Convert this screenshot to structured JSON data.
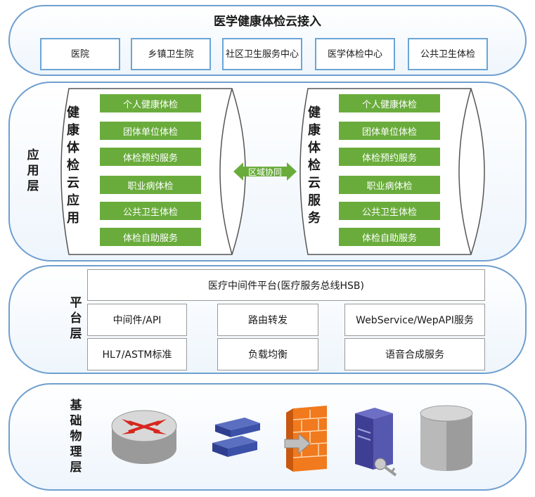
{
  "access": {
    "title": "医学健康体检云接入",
    "items": [
      "医院",
      "乡镇卫生院",
      "社区卫生服务中心",
      "医学体检中心",
      "公共卫生体检"
    ]
  },
  "app_layer": {
    "label": "应用层",
    "left": {
      "title": "健康体检云应用",
      "items": [
        "个人健康体检",
        "团体单位体检",
        "体检预约服务",
        "职业病体检",
        "公共卫生体检",
        "体检自助服务"
      ]
    },
    "right": {
      "title": "健康体检云服务",
      "items": [
        "个人健康体检",
        "团体单位体检",
        "体检预约服务",
        "职业病体检",
        "公共卫生体检",
        "体检自助服务"
      ]
    },
    "arrow_label": "区域协同"
  },
  "platform_layer": {
    "label": "平台层",
    "header": "医疗中间件平台(医疗服务总线HSB)",
    "cells": [
      "中间件/API",
      "路由转发",
      "WebService/WepAPI服务",
      "HL7/ASTM标准",
      "负载均衡",
      "语音合成服务"
    ]
  },
  "infra_layer": {
    "label": "基础物理层",
    "icons": [
      "router-icon",
      "switch-icon",
      "firewall-icon",
      "server-icon",
      "database-icon"
    ]
  },
  "colors": {
    "border": "#6f9fcf",
    "green": "#6aac3c",
    "access_border": "#6aa5d6"
  }
}
